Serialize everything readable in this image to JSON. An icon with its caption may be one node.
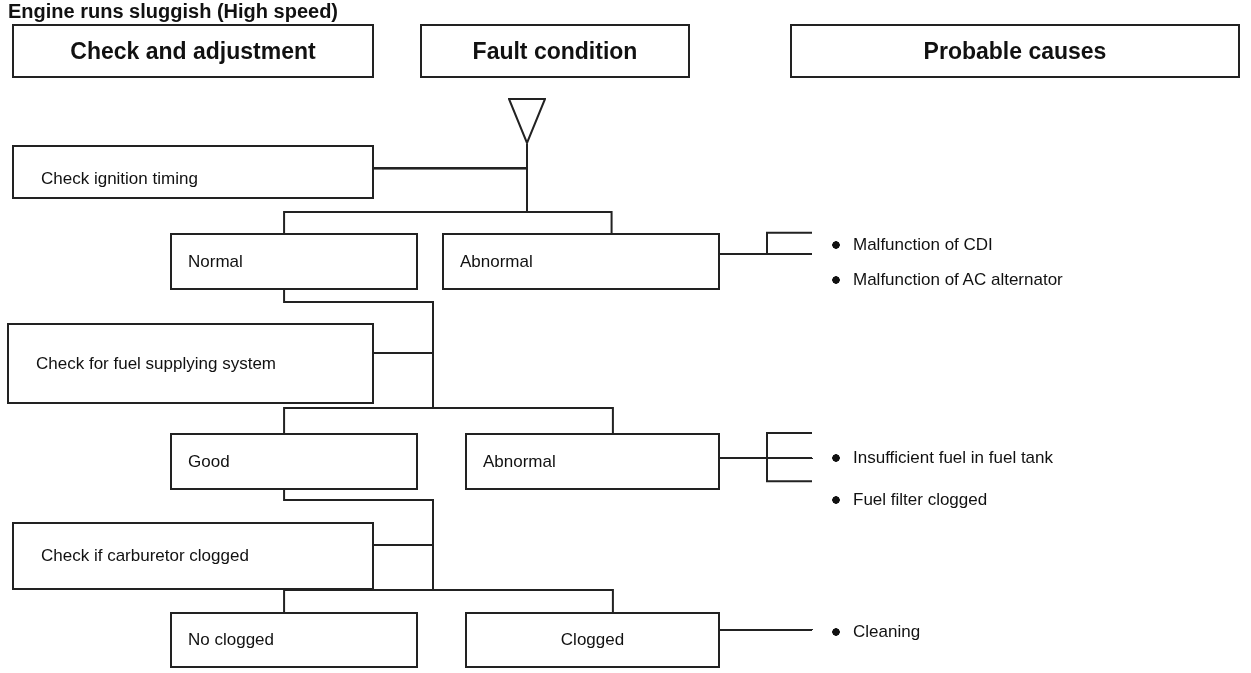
{
  "diagram": {
    "title": "Engine runs sluggish (High speed)",
    "nodes": [
      {
        "text": [
          "Check and adjustment"
        ]
      },
      {
        "text": [
          "Fault condition"
        ]
      },
      {
        "text": [
          "Probable causes"
        ]
      },
      {
        "text": [],
        "shape": "triangle"
      },
      {
        "text": [
          "Check ignition timing"
        ]
      },
      {
        "text": [
          "Normal"
        ]
      },
      {
        "text": [
          "Abnormal"
        ]
      },
      {
        "text": [
          "Check for fuel supplying system"
        ]
      },
      {
        "text": [
          "Good"
        ]
      },
      {
        "text": [
          "Abnormal"
        ]
      },
      {
        "text": [
          "Check if carburetor clogged"
        ]
      },
      {
        "text": [
          "No clogged"
        ]
      },
      {
        "text": [
          "Clogged"
        ]
      },
      {
        "text": [
          "Malfunction of CDI"
        ]
      },
      {
        "text": [
          "Malfunction of AC alternator"
        ]
      },
      {
        "text": [
          "Insufficient fuel in fuel tank"
        ]
      },
      {
        "text": [
          "Fuel filter clogged"
        ]
      },
      {
        "text": [
          "Cleaning"
        ]
      }
    ],
    "edges": [
      {
        "from": 3,
        "to": 4,
        "arrow": "none"
      },
      {
        "from": 4,
        "to": 5,
        "arrow": "none"
      },
      {
        "from": 4,
        "to": 6,
        "arrow": "none"
      },
      {
        "from": 5,
        "to": 7,
        "arrow": "none"
      },
      {
        "from": 7,
        "to": 8,
        "arrow": "none"
      },
      {
        "from": 7,
        "to": 9,
        "arrow": "none"
      },
      {
        "from": 8,
        "to": 10,
        "arrow": "none"
      },
      {
        "from": 10,
        "to": 11,
        "arrow": "none"
      },
      {
        "from": 10,
        "to": 12,
        "arrow": "none"
      },
      {
        "from": 6,
        "to": 13,
        "arrow": "none"
      },
      {
        "from": 6,
        "to": 14,
        "arrow": "none"
      },
      {
        "from": 9,
        "to": 15,
        "arrow": "none"
      },
      {
        "from": 9,
        "to": 16,
        "arrow": "none"
      },
      {
        "from": 12,
        "to": 17,
        "arrow": "none"
      }
    ]
  }
}
